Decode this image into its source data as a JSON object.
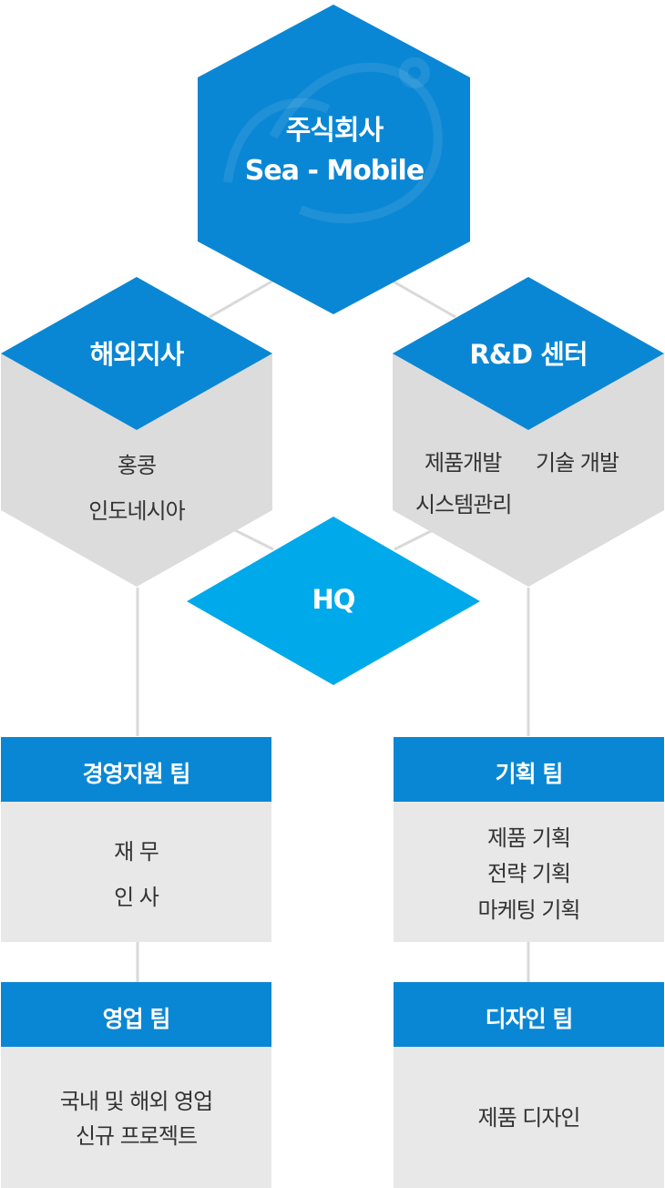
{
  "top": {
    "line1": "주식회사",
    "line2": "Sea - Mobile"
  },
  "overseas_branch": {
    "title": "해외지사",
    "items": [
      "홍콩",
      "인도네시아"
    ]
  },
  "rnd_center": {
    "title": "R&D 센터",
    "items": [
      "제품개발",
      "기술 개발",
      "시스템관리"
    ]
  },
  "hq": {
    "title": "HQ"
  },
  "management_team": {
    "title": "경영지원 팀",
    "items": [
      "재 무",
      "인 사"
    ]
  },
  "planning_team": {
    "title": "기획 팀",
    "items": [
      "제품 기획",
      "전략 기획",
      "마케팅 기획"
    ]
  },
  "sales_team": {
    "title": "영업 팀",
    "items": [
      "국내 및 해외 영업",
      "신규 프로젝트"
    ]
  },
  "design_team": {
    "title": "디자인 팀",
    "items": [
      "제품 디자인"
    ]
  },
  "colors": {
    "primary": "#0a87d4",
    "hq": "#00a9ea",
    "gray_hex": "#dcdcdc",
    "gray_box": "#e8e8e8",
    "line": "#d9d9d9"
  }
}
